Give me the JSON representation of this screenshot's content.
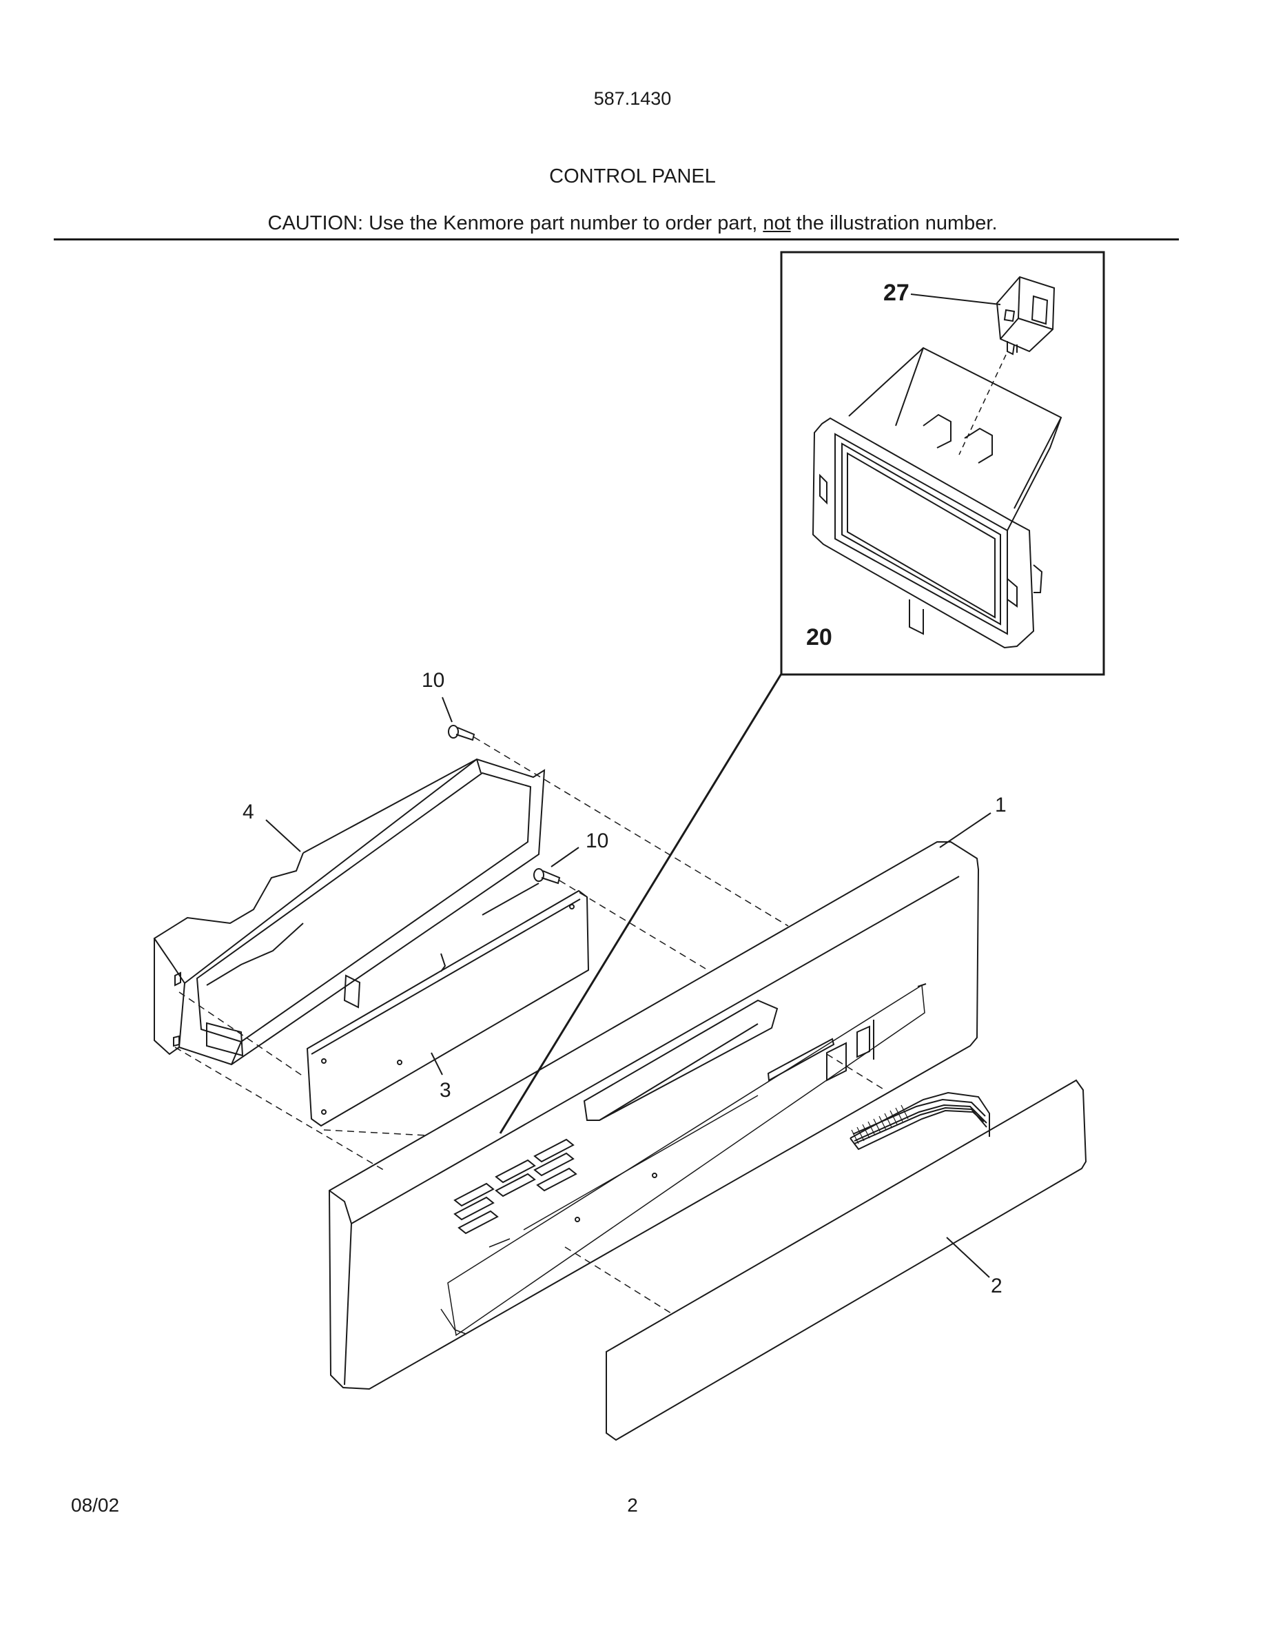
{
  "header": {
    "model_number": "587.1430",
    "section_title": "CONTROL PANEL",
    "caution_prefix": "CAUTION: Use the Kenmore part number to order part, ",
    "caution_emphasis": "not",
    "caution_suffix": " the illustration number."
  },
  "diagram": {
    "callouts": {
      "part_1": "1",
      "part_2": "2",
      "part_3": "3",
      "part_4": "4",
      "part_10_top": "10",
      "part_10_bottom": "10",
      "part_20": "20",
      "part_27": "27"
    }
  },
  "footer": {
    "date": "08/02",
    "page_number": "2"
  }
}
